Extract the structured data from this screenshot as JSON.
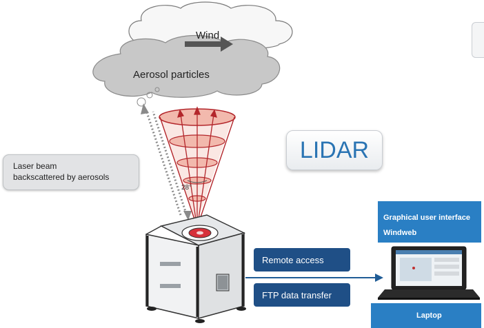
{
  "diagram": {
    "wind_label": "Wind",
    "aerosol_label": "Aerosol particles",
    "lidar_label": "LIDAR",
    "laser_label_line1": "Laser beam",
    "laser_label_line2": "backscattered by aerosols",
    "angle_label": "28°",
    "remote_access_label": "Remote access",
    "ftp_label": "FTP data transfer",
    "gui_label_line1": "Graphical user interface",
    "gui_label_line2": "Windweb",
    "laptop_label": "Laptop",
    "colors": {
      "cloud": "#c8c8c8",
      "beam": "#b3262b",
      "cone_fill": "#f2b9ad",
      "pill": "#1f4f86",
      "info_box": "#2a7fc4",
      "lidar_text": "#2a74b3",
      "arrow": "#1f5c96"
    }
  }
}
